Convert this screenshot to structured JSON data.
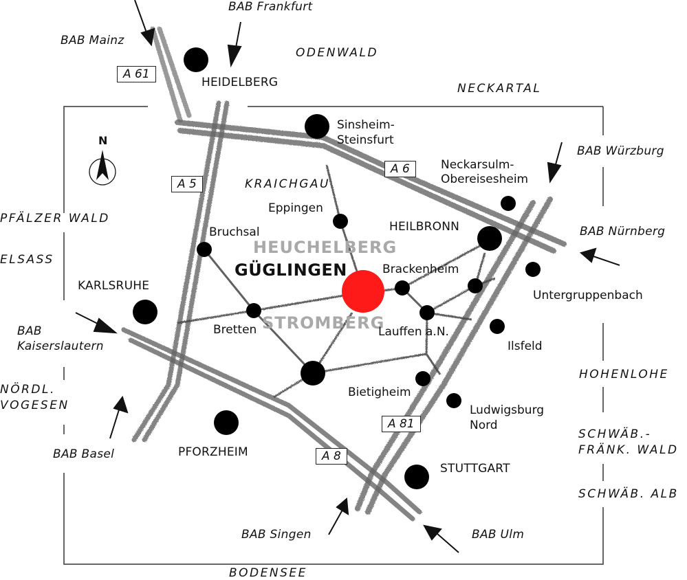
{
  "map": {
    "destination": {
      "label": "GÜGLINGEN",
      "marker_color": "#ff1a1a"
    },
    "hills": [
      "HEUCHELBERG",
      "STROMBERG"
    ],
    "compass": {
      "label": "N"
    },
    "regions": {
      "odenwald": "ODENWALD",
      "neckartal": "NECKARTAL",
      "kraichgau": "KRAICHGAU",
      "pfaelzer_wald": "PFÄLZER WALD",
      "elsass": "ELSASS",
      "noerdl_vogesen_1": "NÖRDL.",
      "noerdl_vogesen_2": "VOGESEN",
      "hohenlohe": "HOHENLOHE",
      "schwaeb_fraenk_1": "SCHWÄB.-",
      "schwaeb_fraenk_2": "FRÄNK. WALD",
      "schwaeb_alb": "SCHWÄB. ALB",
      "bodensee": "BODENSEE"
    },
    "motorways": {
      "a61": "A 61",
      "a5": "A 5",
      "a6": "A 6",
      "a81": "A 81",
      "a8": "A 8"
    },
    "directions": {
      "mainz": "BAB Mainz",
      "frankfurt": "BAB Frankfurt",
      "wuerzburg": "BAB Würzburg",
      "nuernberg": "BAB Nürnberg",
      "kaiserslautern_1": "BAB",
      "kaiserslautern_2": "Kaiserslautern",
      "basel": "BAB Basel",
      "singen": "BAB Singen",
      "ulm": "BAB Ulm"
    },
    "cities": {
      "heidelberg": "HEIDELBERG",
      "sinsheim_1": "Sinsheim-",
      "sinsheim_2": "Steinsfurt",
      "neckarsulm_1": "Neckarsulm-",
      "neckarsulm_2": "Obereisesheim",
      "eppingen": "Eppingen",
      "heilbronn": "HEILBRONN",
      "bruchsal": "Bruchsal",
      "brackenheim": "Brackenheim",
      "untergruppenbach": "Untergruppenbach",
      "karlsruhe": "KARLSRUHE",
      "bretten": "Bretten",
      "lauffen": "Lauffen a.N.",
      "ilsfeld": "Ilsfeld",
      "bietigheim": "Bietigheim",
      "ludwigsburg_1": "Ludwigsburg",
      "ludwigsburg_2": "Nord",
      "pforzheim": "PFORZHEIM",
      "stuttgart": "STUTTGART"
    }
  }
}
